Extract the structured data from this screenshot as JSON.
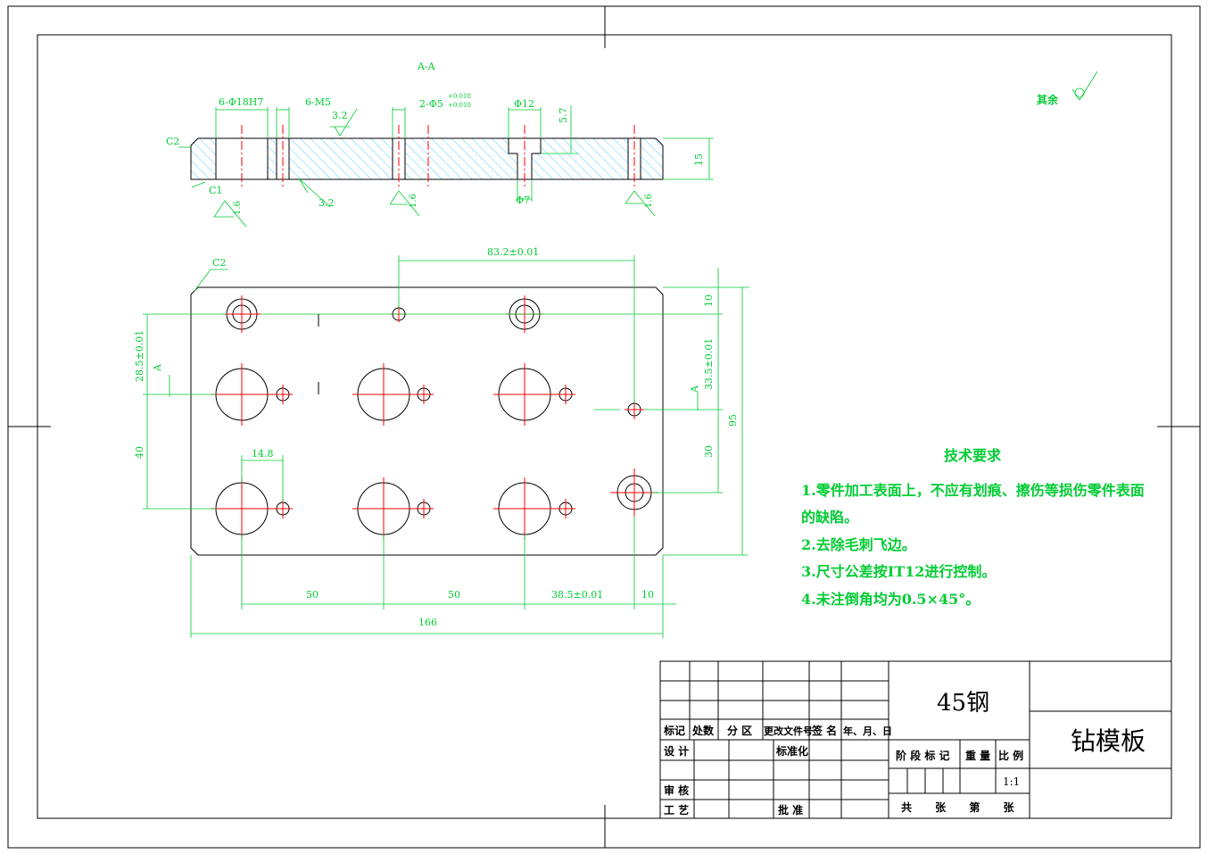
{
  "drawing": {
    "section_label": "A-A",
    "other_surfaces": "其余",
    "section_dims": {
      "holes_18": "6-Φ18H7",
      "holes_m5": "6-M5",
      "holes_5": "2-Φ5",
      "tol_upper": "+0.018",
      "tol_lower": "+0.010",
      "phi12": "Φ12",
      "phi7": "Φ7",
      "depth": "5.7",
      "thickness": "15",
      "chamfer_c2": "C2",
      "chamfer_c1": "C1",
      "rough_32a": "3.2",
      "rough_32b": "3.2",
      "rough_16a": "1.6",
      "rough_16b": "1.6",
      "rough_16c": "1.6"
    },
    "plan_dims": {
      "chamfer": "C2",
      "top_span": "83.2±0.01",
      "left_upper": "28.5±0.01",
      "left_lower": "40",
      "pitch_small": "14.8",
      "bottom_50a": "50",
      "bottom_50b": "50",
      "bottom_385": "38.5±0.01",
      "bottom_10": "10",
      "overall_width": "166",
      "right_10": "10",
      "right_335": "33.5±0.01",
      "right_30": "30",
      "right_95": "95",
      "section_mark_left": "A",
      "section_mark_right": "A"
    },
    "tech_requirements": {
      "title": "技术要求",
      "lines": [
        "1.零件加工表面上，不应有划痕、擦伤等损伤零件表面",
        "的缺陷。",
        "2.去除毛刺飞边。",
        "3.尺寸公差按IT12进行控制。",
        "4.未注倒角均为0.5×45°。"
      ]
    }
  },
  "title_block": {
    "material": "45钢",
    "part_name": "钻模板",
    "scale": "1:1",
    "rev_headers": [
      "标记",
      "处数",
      "分 区",
      "更改文件号",
      "签 名",
      "年、月、日"
    ],
    "design": "设 计",
    "standardization": "标准化",
    "review": "审 核",
    "process": "工 艺",
    "approve": "批 准",
    "stage_mark": "阶 段 标 记",
    "weight": "重 量",
    "ratio": "比 例",
    "sheets": "共 张 第 张"
  },
  "colors": {
    "dimension": "#00cc33",
    "outline": "#000000",
    "centerline": "#ff0000",
    "hatch": "#33c3ff"
  }
}
